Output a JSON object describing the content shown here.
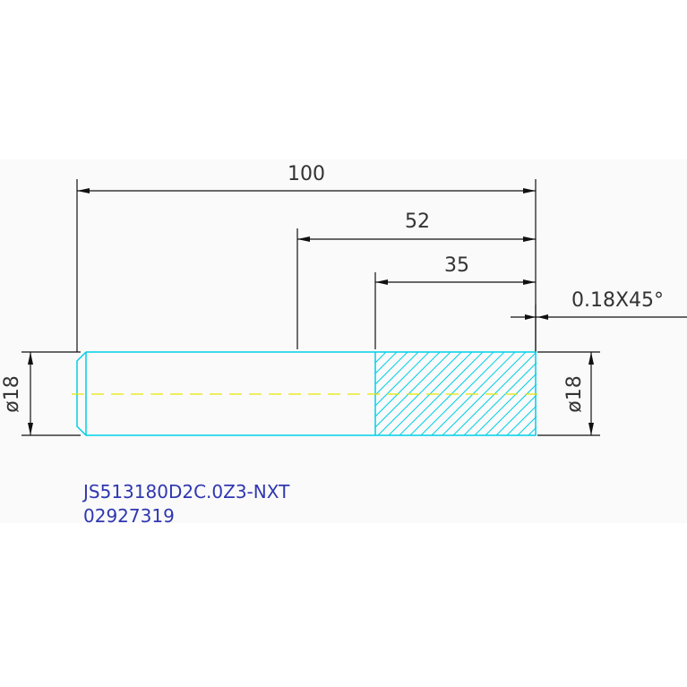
{
  "dimensions": {
    "overall_length": "100",
    "length_52": "52",
    "length_35": "35",
    "chamfer": "0.18X45°",
    "diameter_left": "ø18",
    "diameter_right": "ø18"
  },
  "part": {
    "number": "JS513180D2C.0Z3-NXT",
    "code": "02927319"
  },
  "colors": {
    "outline": "#00d0e8",
    "centerline": "#e8e800",
    "dimension": "#111111",
    "part_text": "#2f37b0",
    "band": "#fafafa"
  }
}
